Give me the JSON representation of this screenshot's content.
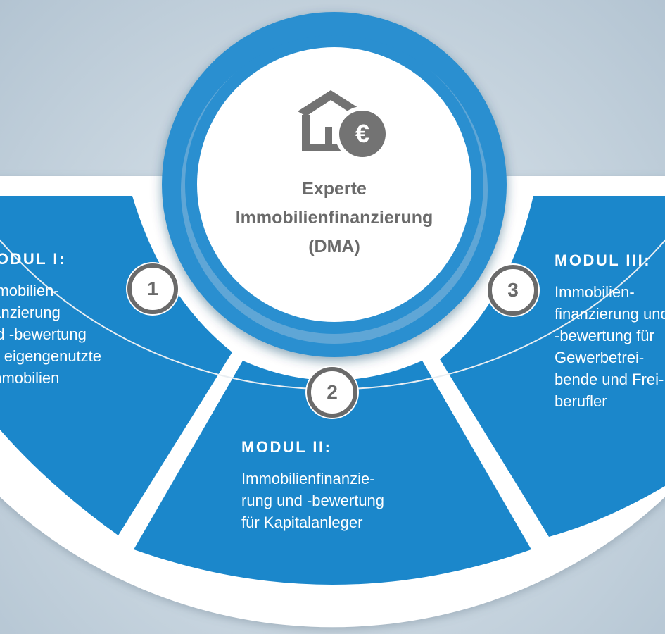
{
  "center": {
    "icon": "house-euro-icon",
    "line1": "Experte",
    "line2": "Immobilienfinanzierung",
    "line3": "(DMA)"
  },
  "modules": [
    {
      "number": "1",
      "title": "MODUL I:",
      "lines": [
        "Immobilien-",
        "finanzierung",
        "und -bewertung",
        "für eigengenutzte",
        "Immobilien"
      ]
    },
    {
      "number": "2",
      "title": "MODUL II:",
      "lines": [
        "Immobilienfinanzie-",
        "rung und -bewertung",
        "für Kapitalanleger"
      ]
    },
    {
      "number": "3",
      "title": "MODUL III:",
      "lines": [
        "Immobilien-",
        "finanzierung und",
        "-bewertung für",
        "Gewerbetrei-",
        "bende und Frei-",
        "berufler"
      ]
    }
  ],
  "colors": {
    "brand_blue": "#1b87cb",
    "ring_blue": "#2a8fd0",
    "white": "#ffffff",
    "grey": "#6a6a6a",
    "background": "#c9d6e0"
  }
}
